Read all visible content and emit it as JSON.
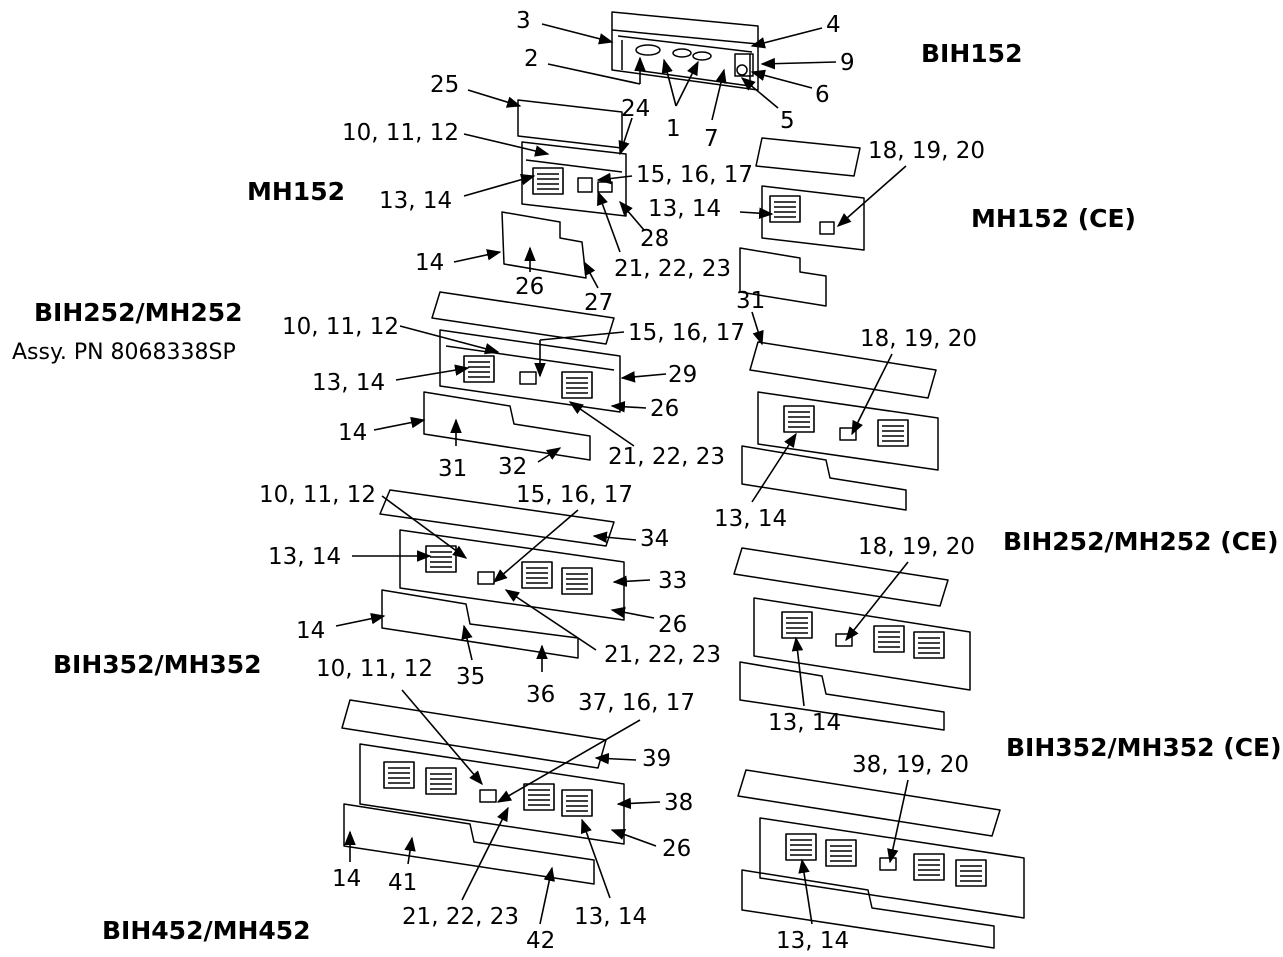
{
  "titles": {
    "bih152": "BIH152",
    "mh152": "MH152",
    "mh152_ce": "MH152 (CE)",
    "bih252_mh252": "BIH252/MH252",
    "assy_pn": "Assy. PN 8068338SP",
    "bih252_mh252_ce": "BIH252/MH252 (CE)",
    "bih352_mh352": "BIH352/MH352",
    "bih352_mh352_ce": "BIH352/MH352 (CE)",
    "bih452_mh452": "BIH452/MH452"
  },
  "callouts": {
    "bih152": [
      "3",
      "4",
      "2",
      "9",
      "6",
      "5",
      "7",
      "1"
    ],
    "mh152": [
      "25",
      "24",
      "10, 11, 12",
      "15, 16, 17",
      "13, 14",
      "13, 14",
      "28",
      "21, 22, 23",
      "14",
      "26",
      "27"
    ],
    "mh152_ce": [
      "18, 19, 20",
      "31"
    ],
    "bih252": [
      "10, 11, 12",
      "15, 16, 17",
      "13, 14",
      "29",
      "26",
      "14",
      "31",
      "32",
      "21, 22, 23"
    ],
    "bih252_ce": [
      "18, 19, 20",
      "13, 14"
    ],
    "bih352": [
      "10, 11, 12",
      "15, 16, 17",
      "34",
      "13, 14",
      "33",
      "14",
      "26",
      "21, 22, 23",
      "35",
      "36"
    ],
    "bih352_ce": [
      "18, 19, 20",
      "13, 14"
    ],
    "bih452": [
      "10, 11, 12",
      "37, 16, 17",
      "39",
      "38",
      "26",
      "14",
      "41",
      "21, 22, 23",
      "13, 14",
      "42"
    ],
    "bih452_ce": [
      "38, 19, 20",
      "13, 14"
    ]
  }
}
